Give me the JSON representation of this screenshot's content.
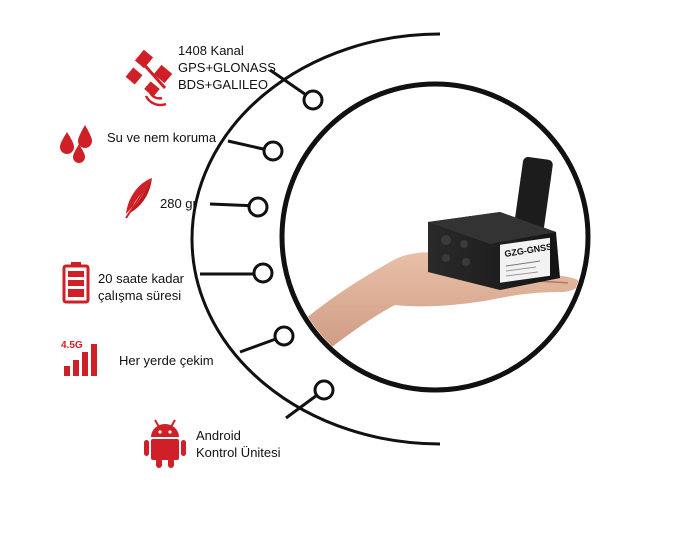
{
  "colors": {
    "accent": "#cf2027",
    "line": "#111111"
  },
  "features": [
    {
      "icon": "satellite-icon",
      "lines": [
        "1408 Kanal",
        "GPS+GLONASS",
        "BDS+GALILEO"
      ]
    },
    {
      "icon": "water-drops-icon",
      "lines": [
        "Su ve nem koruma"
      ]
    },
    {
      "icon": "feather-icon",
      "lines": [
        "280 gr"
      ]
    },
    {
      "icon": "battery-icon",
      "lines": [
        "20 saate kadar",
        "çalışma süresi"
      ]
    },
    {
      "icon": "signal-4-5g-icon",
      "lines": [
        "Her yerde çekim"
      ]
    },
    {
      "icon": "android-icon",
      "lines": [
        "Android",
        "Kontrol Ünitesi"
      ]
    }
  ],
  "badge_text": "4.5G",
  "device": {
    "label_brand": "GZG-GNSS"
  }
}
